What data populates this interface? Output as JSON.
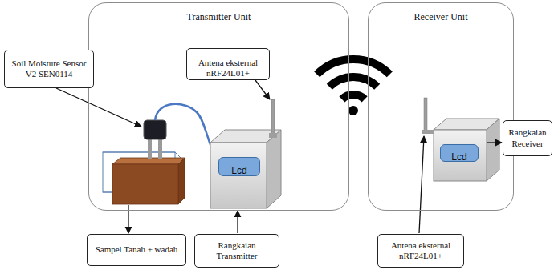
{
  "diagram": {
    "nodes": [
      {
        "text": [
          "Transmitter Unit"
        ]
      },
      {
        "text": [
          "Soil Moisture Sensor V2 SEN0114"
        ]
      },
      {
        "text": [
          "Antena eksternal nRF24L01+"
        ],
        "in": 0
      },
      {
        "text": [
          "Lcd"
        ],
        "in": 0
      },
      {
        "text": [
          "Receiver Unit"
        ]
      },
      {
        "text": [
          "Lcd"
        ],
        "in": 4
      },
      {
        "text": [
          "Sampel Tanah + wadah"
        ]
      },
      {
        "text": [
          "Rangkaian Transmitter"
        ]
      },
      {
        "text": [
          "Antena eksternal nRF24L01+"
        ]
      },
      {
        "text": [
          "Rangkaian Receiver"
        ]
      }
    ]
  }
}
